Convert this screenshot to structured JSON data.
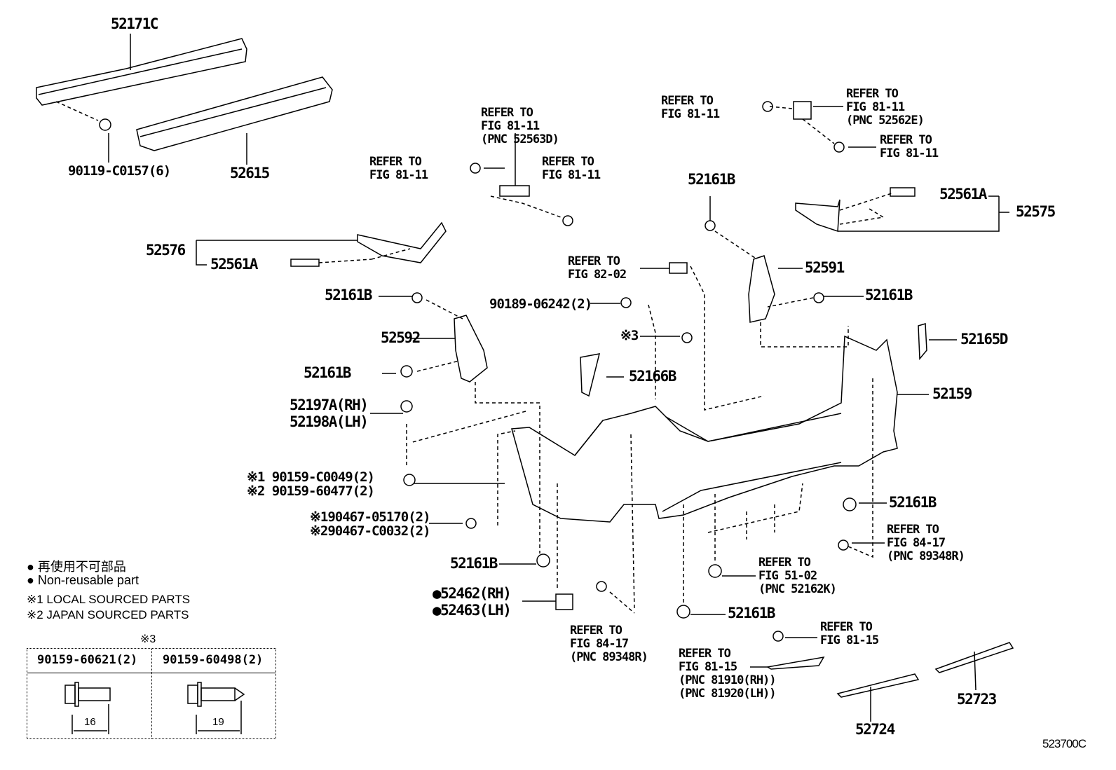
{
  "parts": {
    "p52171C": "52171C",
    "p90119": "90119-C0157(6)",
    "p52615": "52615",
    "p52161B_a": "52161B",
    "p52561A_r": "52561A",
    "p52575": "52575",
    "p52576": "52576",
    "p52561A_l": "52561A",
    "p52591": "52591",
    "p52161B_b": "52161B",
    "p90189": "90189-06242(2)",
    "p52161B_c": "52161B",
    "star3": "※3",
    "p52592": "52592",
    "p52165D": "52165D",
    "p52161B_d": "52161B",
    "p52166B": "52166B",
    "p52159": "52159",
    "p52197A": "52197A(RH)",
    "p52198A": "52198A(LH)",
    "p90159a": "※1 90159-C0049(2)",
    "p90159b": "※2 90159-60477(2)",
    "p90467a": "※190467-05170(2)",
    "p90467b": "※290467-C0032(2)",
    "p52161B_e": "52161B",
    "p52161B_f": "52161B",
    "p52462": "●52462(RH)",
    "p52463": "●52463(LH)",
    "p52161B_g": "52161B",
    "p52723": "52723",
    "p52724": "52724",
    "fig_code": "523700C"
  },
  "refs": {
    "a": [
      "REFER TO",
      "FIG 81-11",
      "(PNC 52563D)"
    ],
    "b": [
      "REFER TO",
      "FIG 81-11"
    ],
    "c": [
      "REFER TO",
      "FIG 81-11"
    ],
    "d": [
      "REFER TO",
      "FIG 81-11"
    ],
    "e": [
      "REFER TO",
      "FIG 81-11",
      "(PNC 52562E)"
    ],
    "f": [
      "REFER TO",
      "FIG 81-11"
    ],
    "g": [
      "REFER TO",
      "FIG 82-02"
    ],
    "h": [
      "REFER TO",
      "FIG 84-17",
      "(PNC 89348R)"
    ],
    "i": [
      "REFER TO",
      "FIG 51-02",
      "(PNC 52162K)"
    ],
    "j": [
      "REFER TO",
      "FIG 84-17",
      "(PNC 89348R)"
    ],
    "k": [
      "REFER TO",
      "FIG 81-15"
    ],
    "l": [
      "REFER TO",
      "FIG 81-15",
      "(PNC 81910(RH))",
      "(PNC 81920(LH))"
    ]
  },
  "legend": {
    "jp": "● 再使用不可部品",
    "en": "● Non-reusable part",
    "n1": "※1 LOCAL SOURCED PARTS",
    "n2": "※2 JAPAN SOURCED PARTS",
    "star3": "※3"
  },
  "table": {
    "col1": "90159-60621(2)",
    "col2": "90159-60498(2)",
    "dim1": "16",
    "dim2": "19"
  }
}
